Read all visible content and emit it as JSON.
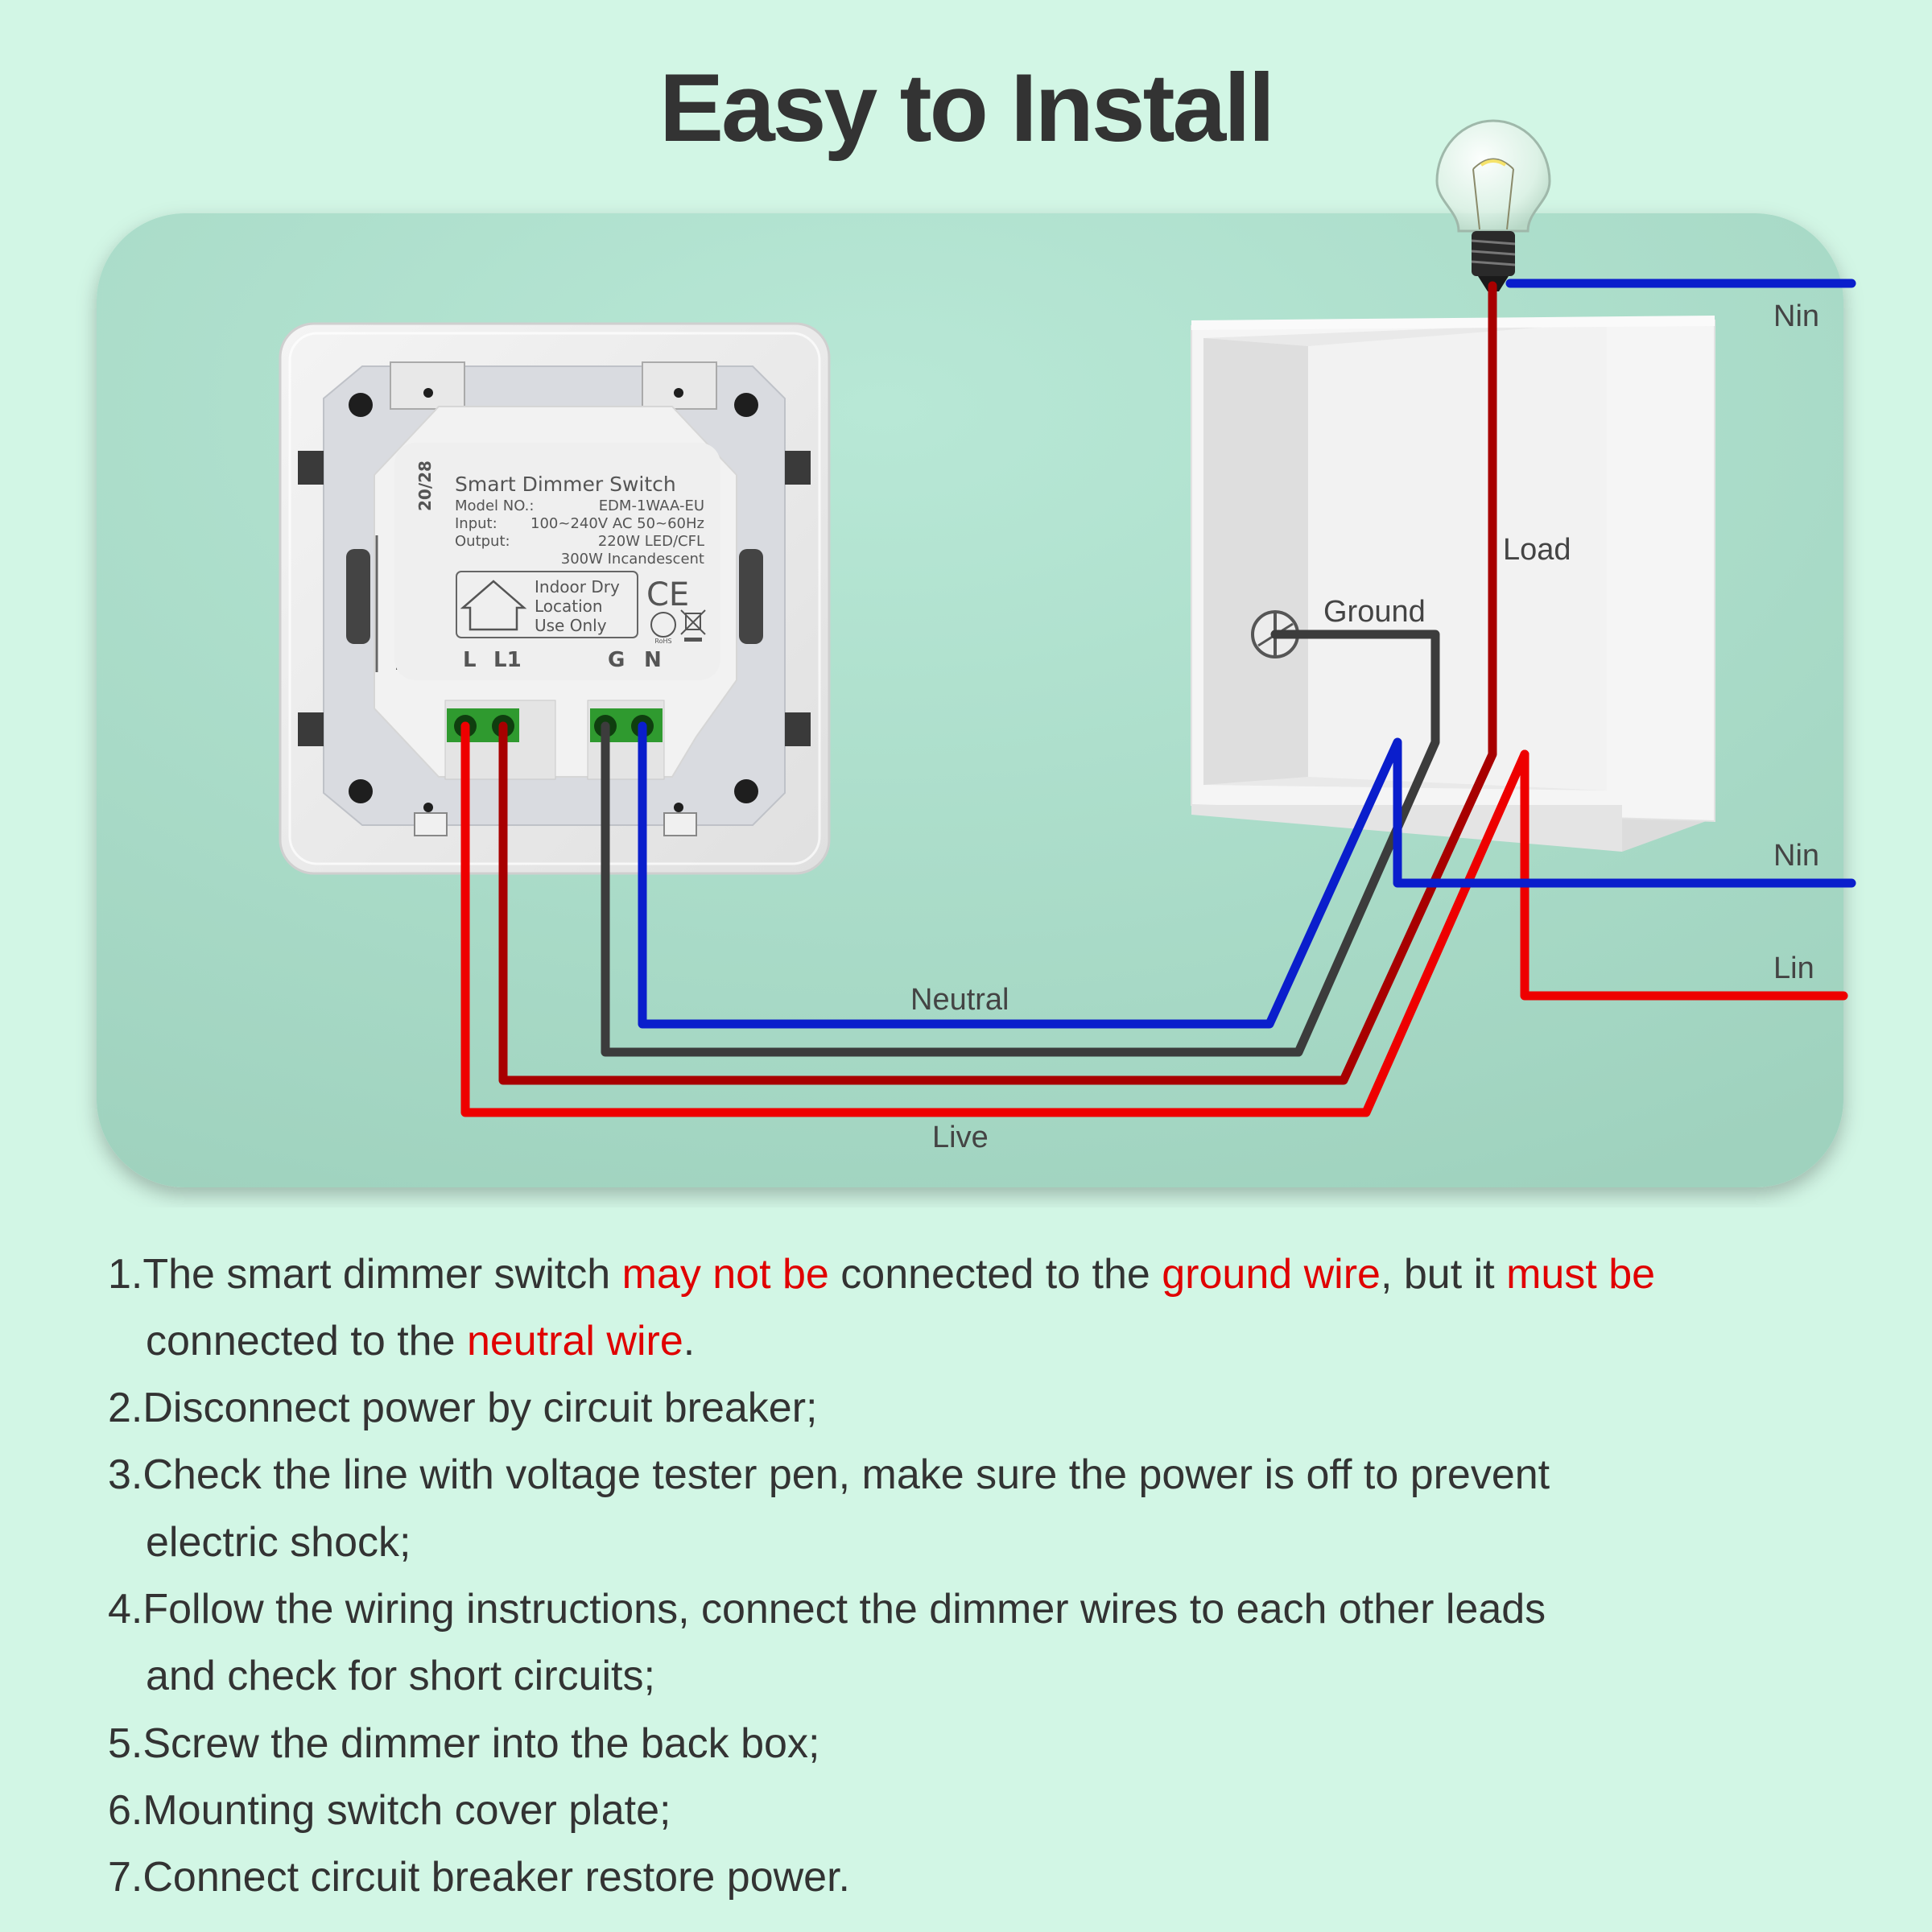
{
  "title": "Easy to Install",
  "device_label": {
    "code": "20/28",
    "name": "Smart Dimmer Switch",
    "model_key": "Model NO.:",
    "model_val": "EDM-1WAA-EU",
    "input_key": "Input:",
    "input_val": "100~240V AC 50~60Hz",
    "output_key": "Output:",
    "output_val1": "220W LED/CFL",
    "output_val2": "300W Incandescent",
    "indoor1": "Indoor Dry",
    "indoor2": "Location",
    "indoor3": "Use Only",
    "ce": "CE",
    "rohs": "RoHS",
    "term_l": "L",
    "term_l1": "L1",
    "term_g": "G",
    "term_n": "N"
  },
  "wire_labels": {
    "nin_top": "Nin",
    "load": "Load",
    "ground": "Ground",
    "nin_mid": "Nin",
    "lin": "Lin",
    "neutral": "Neutral",
    "live": "Live"
  },
  "colors": {
    "background": "#d2f6e5",
    "panel": "#a5d7c3",
    "live": "#ee0000",
    "load": "#a80000",
    "neutral": "#0a1ecc",
    "ground": "#3c3c3c",
    "emphasis": "#e00000"
  },
  "instructions": [
    {
      "a": "1.The smart dimmer switch ",
      "b": "may not be",
      "c": " connected to the ",
      "d": "ground wire",
      "e": ", but it ",
      "f": "must be"
    },
    {
      "a": "connected to the ",
      "b": "neutral wire",
      "c": "."
    },
    {
      "a": "2.Disconnect power by circuit breaker;"
    },
    {
      "a": "3.Check the line with voltage tester pen, make sure the power is off to prevent"
    },
    {
      "a": "electric shock;"
    },
    {
      "a": "4.Follow the wiring instructions, connect the dimmer wires to each other leads"
    },
    {
      "a": "and check for short circuits;"
    },
    {
      "a": "5.Screw the dimmer into the back box;"
    },
    {
      "a": "6.Mounting switch cover plate;"
    },
    {
      "a": "7.Connect circuit breaker restore power."
    }
  ]
}
